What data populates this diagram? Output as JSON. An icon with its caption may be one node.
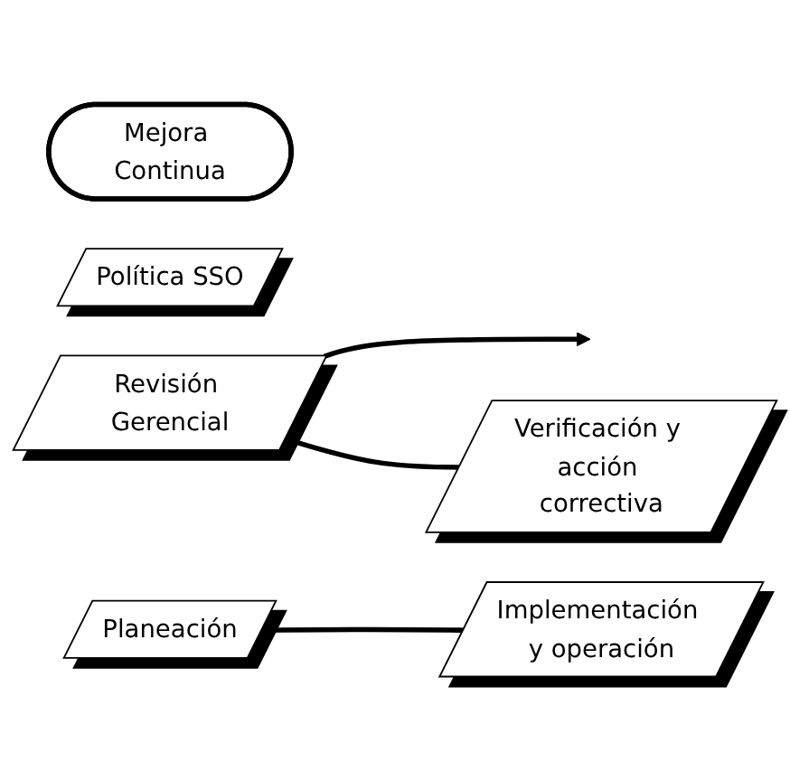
{
  "diagram": {
    "nodes": [
      {
        "text": [
          "Mejora Continua"
        ]
      },
      {
        "text": [
          "Política SSO"
        ]
      },
      {
        "text": [
          "Revisión Gerencial"
        ]
      },
      {
        "text": [
          "Planeación"
        ]
      },
      {
        "text": [
          "Verificación y acción correctiva"
        ]
      },
      {
        "text": [
          "Implementación y operación"
        ]
      }
    ],
    "edges": [
      {
        "from": 2,
        "to": null,
        "arrow": "to"
      },
      {
        "from": 2,
        "to": 4,
        "arrow": "none"
      },
      {
        "from": 3,
        "to": 5,
        "arrow": "none"
      }
    ]
  }
}
